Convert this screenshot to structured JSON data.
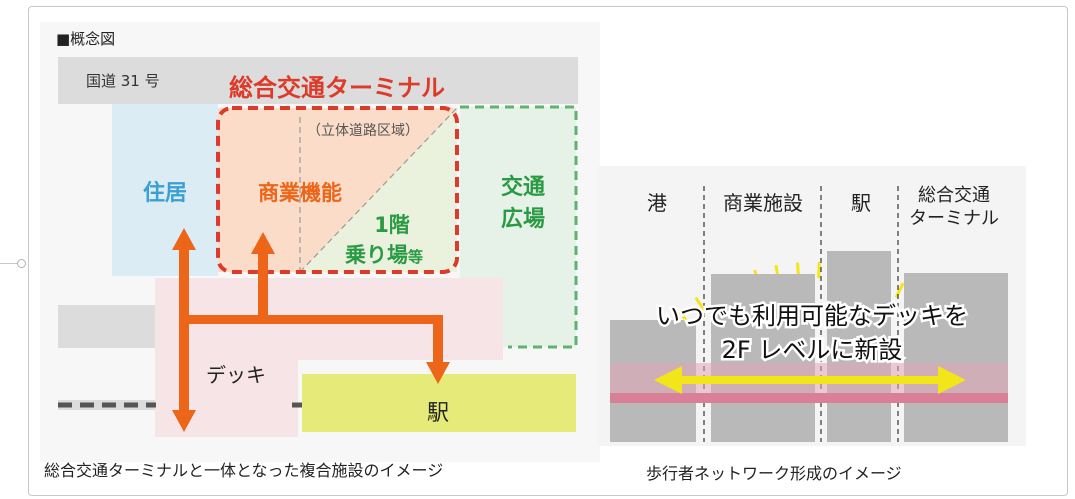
{
  "left_diagram": {
    "heading": "■概念図",
    "road_label": "国道 31 号",
    "terminal_title": "総合交通ターミナル",
    "overpass_note": "（立体道路区域）",
    "residence": "住居",
    "commerce": "商業機能",
    "floor_line1": "1階",
    "floor_line2": "乗り場",
    "floor_suffix": "等",
    "plaza_line1": "交通",
    "plaza_line2": "広場",
    "deck": "デッキ",
    "station": "駅",
    "caption": "総合交通ターミナルと一体となった複合施設のイメージ"
  },
  "right_diagram": {
    "columns": [
      "港",
      "商業施設",
      "駅"
    ],
    "terminal_line1": "総合交通",
    "terminal_line2": "ターミナル",
    "deck_line1": "いつでも利用可能なデッキを",
    "deck_line2": "2F レベルに新設",
    "caption": "歩行者ネットワーク形成のイメージ"
  },
  "colors": {
    "accent_orange": "#ec6519",
    "terminal_red": "#dd3a2a",
    "plaza_green": "#2a9a44",
    "residence_blue": "#3aa0d4",
    "station_yellow": "#e4e86a",
    "deck_arrow_yellow": "#f2e61a"
  }
}
